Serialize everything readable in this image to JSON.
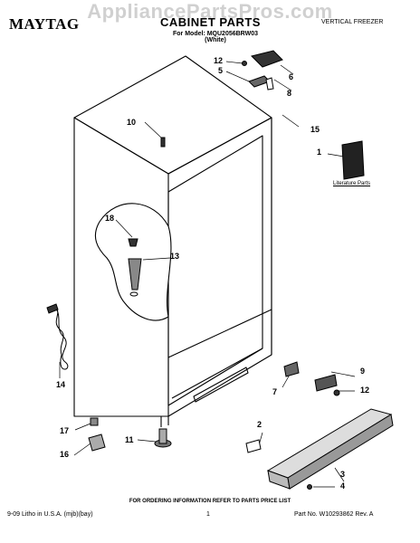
{
  "watermark": "AppliancePartsPros.com",
  "header": {
    "brand": "MAYTAG",
    "title": "CABINET PARTS",
    "subtitle": "VERTICAL FREEZER",
    "model_line": "For Model: MQU2056BRW03",
    "color_line": "(White)"
  },
  "literature_label": "Literature Parts",
  "callouts": [
    "1",
    "2",
    "3",
    "4",
    "5",
    "6",
    "7",
    "8",
    "9",
    "10",
    "11",
    "12",
    "12",
    "13",
    "14",
    "15",
    "16",
    "17",
    "18"
  ],
  "footer": {
    "order_note": "FOR ORDERING INFORMATION REFER TO PARTS PRICE LIST",
    "litho": "9-09 Litho in U.S.A. (mjb)(bay)",
    "page": "1",
    "part_number": "Part No. W10293862 Rev. A"
  }
}
